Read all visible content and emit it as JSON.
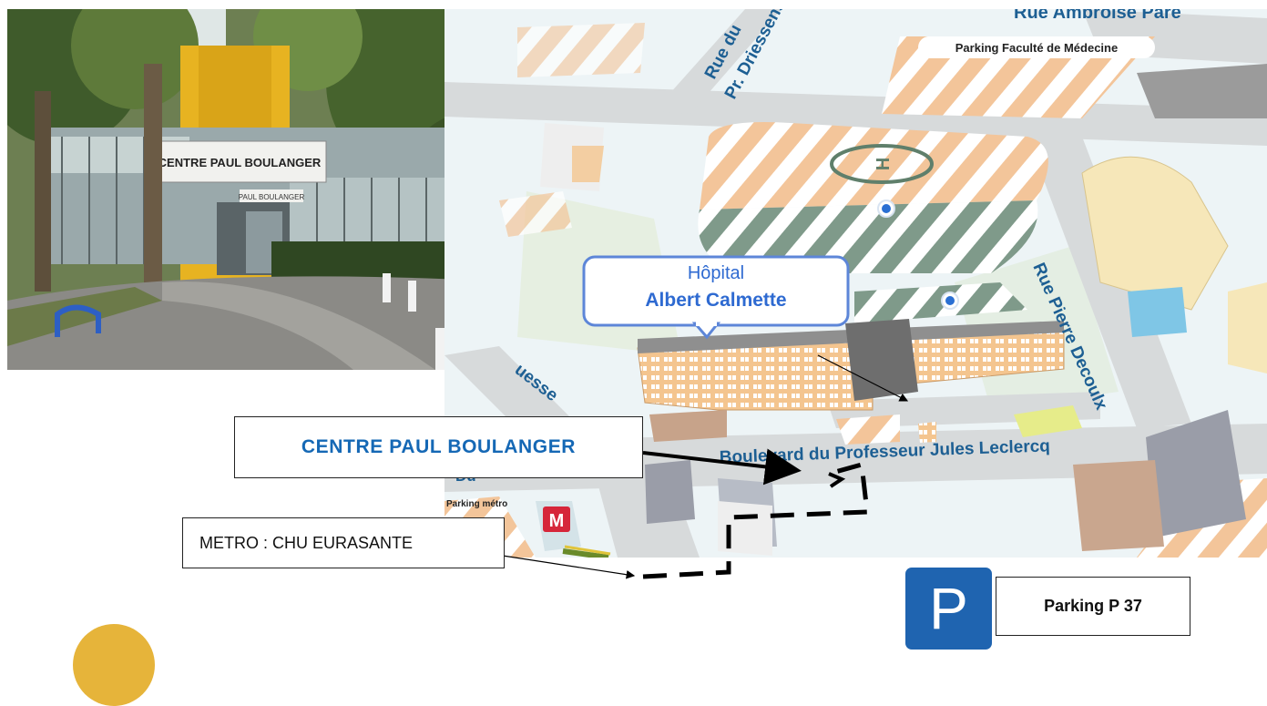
{
  "photo": {
    "sign_main": "CENTRE PAUL BOULANGER",
    "sign_small": "PAUL BOULANGER"
  },
  "map": {
    "hospital_label_line1": "Hôpital",
    "hospital_label_line2": "Albert Calmette",
    "streets": {
      "ambroise_pare": "Rue Ambroise Paré",
      "driessens_line1": "Rue du",
      "driessens_line2": "Pr. Driessens",
      "pierre_decoulx": "Rue Pierre Decoulx",
      "leclercq": "Boulevard du Professeur Jules Leclercq",
      "duquesne_fragment": "uesse",
      "fragment_left": "Du"
    },
    "parking_faculte": "Parking Faculté de Médecine",
    "parking_metro": "Parking métro",
    "metro_symbol": "M",
    "helipad_symbol": "H"
  },
  "callouts": {
    "centre": "CENTRE PAUL BOULANGER",
    "metro": "METRO : CHU EURASANTE",
    "parking": "Parking P 37",
    "parking_symbol": "P"
  },
  "colors": {
    "road": "#d7dadb",
    "parking_orange": "#f3c59a",
    "parking_green": "#7f9a8a",
    "street_text": "#1d5f93",
    "building": "#f4c58f",
    "callout_blue": "#1568b5",
    "p_sign": "#1f64b0"
  }
}
